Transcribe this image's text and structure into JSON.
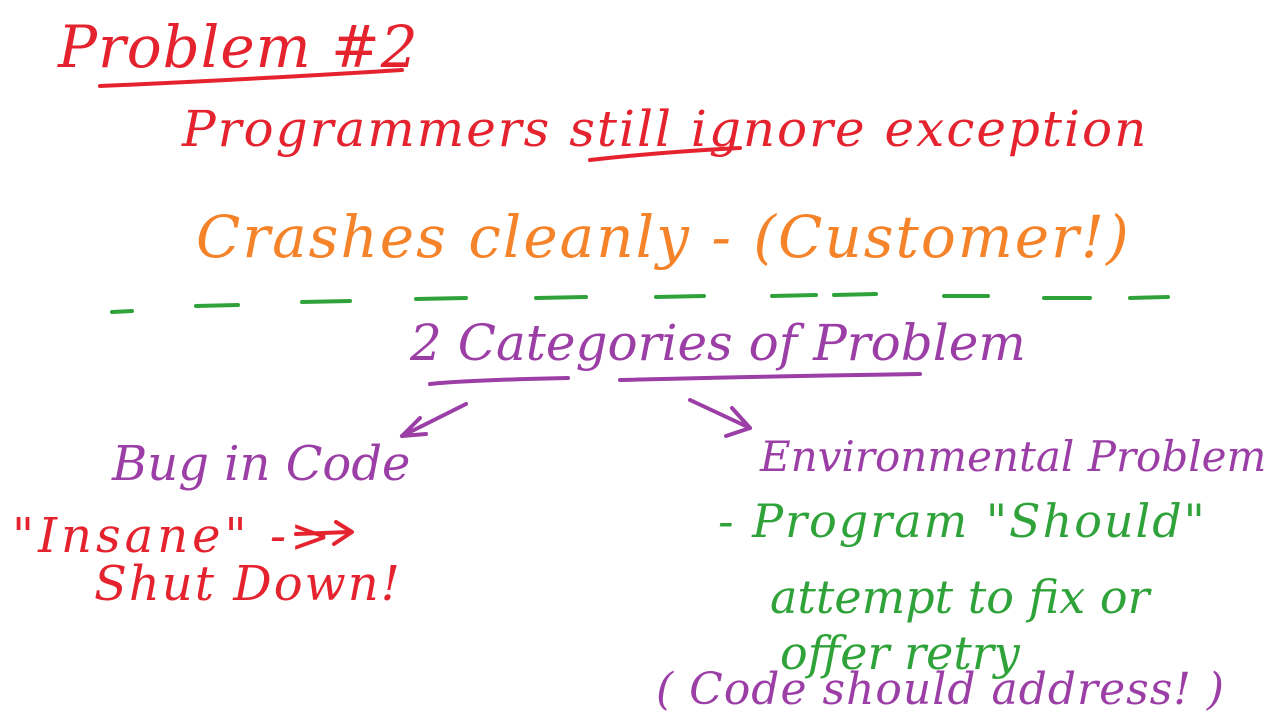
{
  "title": "Problem #2",
  "line1": "Programmers still ignore exception",
  "line2": "Crashes cleanly - (Customer!)",
  "heading": "2 Categories of Problem",
  "left": {
    "title": "Bug in Code",
    "line1": "\"Insane\" ->",
    "line2": "Shut Down!"
  },
  "right": {
    "title": "Environmental Problem",
    "line1": "- Program \"Should\"",
    "line2": "attempt to fix or",
    "line3": "offer retry",
    "line4": "( Code should address! )"
  },
  "colors": {
    "red": "#e5232f",
    "orange": "#f4832a",
    "purple": "#9b3ea6",
    "green": "#2fa33a"
  }
}
